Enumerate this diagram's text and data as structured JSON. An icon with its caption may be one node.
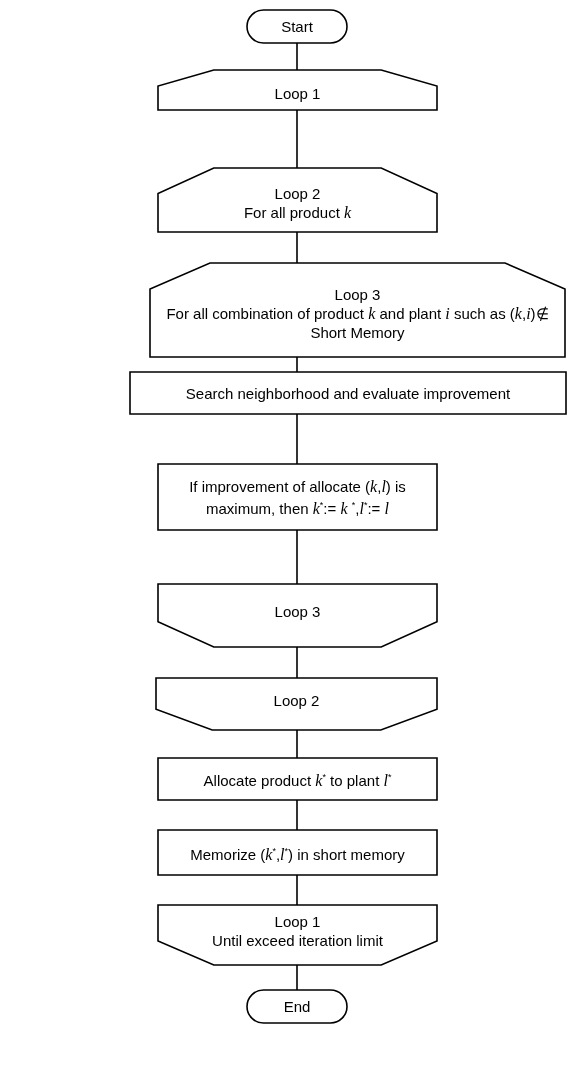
{
  "diagram": {
    "nodes": [
      {
        "text": [
          "Start"
        ]
      },
      {
        "text": [
          "Loop 1"
        ]
      },
      {
        "text": [
          "Loop 2",
          "For all product *k*"
        ]
      },
      {
        "text": [
          "Loop 3",
          "For all combination of product *k* and plant *i* such as (*k*,*i*)∉ Short Memory"
        ]
      },
      {
        "text": [
          "Search neighborhood and evaluate improvement"
        ]
      },
      {
        "text": [
          "If improvement of allocate (*k*,*l*) is maximum, then *k*$^{*}$:= *k* $^{*}$,*l*$^{*}$:= *l*"
        ]
      },
      {
        "text": [
          "Loop 3"
        ]
      },
      {
        "text": [
          "Loop 2"
        ]
      },
      {
        "text": [
          "Allocate product *k*$^{*}$ to plant *l*$^{*}$"
        ]
      },
      {
        "text": [
          "Memorize (*k*$^{*}$,*l*$^{*}$) in short memory"
        ]
      },
      {
        "text": [
          "Loop 1",
          "Until exceed iteration limit"
        ]
      },
      {
        "text": [
          "End"
        ]
      }
    ],
    "edges": [
      {
        "from": 0,
        "to": 1,
        "arrow": "none"
      },
      {
        "from": 1,
        "to": 2,
        "arrow": "none"
      },
      {
        "from": 2,
        "to": 3,
        "arrow": "none"
      },
      {
        "from": 3,
        "to": 4,
        "arrow": "none"
      },
      {
        "from": 4,
        "to": 5,
        "arrow": "none"
      },
      {
        "from": 5,
        "to": 6,
        "arrow": "none"
      },
      {
        "from": 6,
        "to": 7,
        "arrow": "none"
      },
      {
        "from": 7,
        "to": 8,
        "arrow": "none"
      },
      {
        "from": 8,
        "to": 9,
        "arrow": "none"
      },
      {
        "from": 9,
        "to": 10,
        "arrow": "none"
      },
      {
        "from": 10,
        "to": 11,
        "arrow": "none"
      }
    ]
  }
}
